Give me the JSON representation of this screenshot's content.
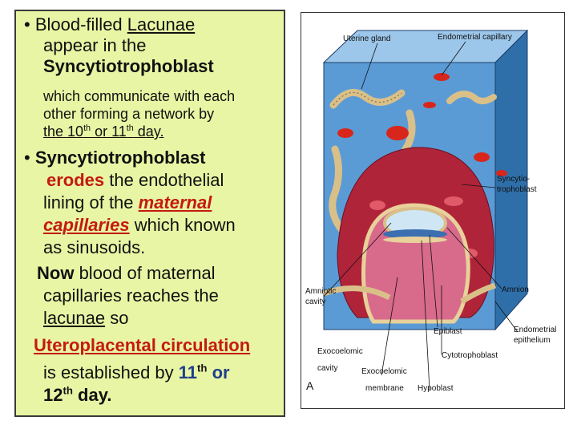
{
  "text": {
    "bullet": "•",
    "p1_a": "Blood-filled ",
    "p1_lacunae": "Lacunae",
    "p1_b": "appear in the",
    "p1_c": "Syncytiotrophoblast",
    "p2_a": "which communicate with each",
    "p2_b": "other forming a network by",
    "p2_c1": "the  ",
    "p2_c_10": "10",
    "p2_c_th": "th",
    "p2_c_or": " or 11",
    "p2_c_th2": "th",
    "p2_c_day": " day.",
    "p3_a": "Syncytiotrophoblast",
    "p3_erodes": "erodes",
    "p3_b": " the endothelial",
    "p3_c1": "lining of the ",
    "p3_maternal": "maternal",
    "p3_capillaries": "capillaries",
    "p3_d": " which known",
    "p3_e": "as sinusoids.",
    "p4_now": "Now",
    "p4_a": " blood of maternal",
    "p4_b": "capillaries reaches the",
    "p4_lacunae": "lacunae",
    "p4_so": " so",
    "p4_utero": "Uteroplacental circulation",
    "p4_is": "is established by ",
    "p4_11": "11",
    "p4_th": "th",
    "p4_or": " or",
    "p4_12": "12",
    "p4_th2": "th",
    "p4_day": " day."
  },
  "figure": {
    "labels": {
      "uterine_gland": "Uterine gland",
      "endometrial_capillary": "Endometrial capillary",
      "syncytio_1": "Syncytio-",
      "syncytio_2": "trophoblast",
      "amniotic_1": "Amniotic",
      "amniotic_2": "cavity",
      "amnion": "Amnion",
      "epiblast": "Epiblast",
      "endometrial_ep_1": "Endometrial",
      "endometrial_ep_2": "epithelium",
      "exocoelomic_cavity_1": "Exocoelomic",
      "exocoelomic_cavity_2": "cavity",
      "cytotrophoblast": "Cytotrophoblast",
      "exocoelomic_membrane_1": "Exocoelomic",
      "exocoelomic_membrane_2": "membrane",
      "hypoblast": "Hypoblast",
      "panel": "A"
    }
  },
  "colors": {
    "panel_bg": "#e8f5a4",
    "accent_red": "#c41a12",
    "accent_blue": "#1f3f8a",
    "endometrium": "#5b9bd5",
    "syncytio": "#b0243a"
  }
}
